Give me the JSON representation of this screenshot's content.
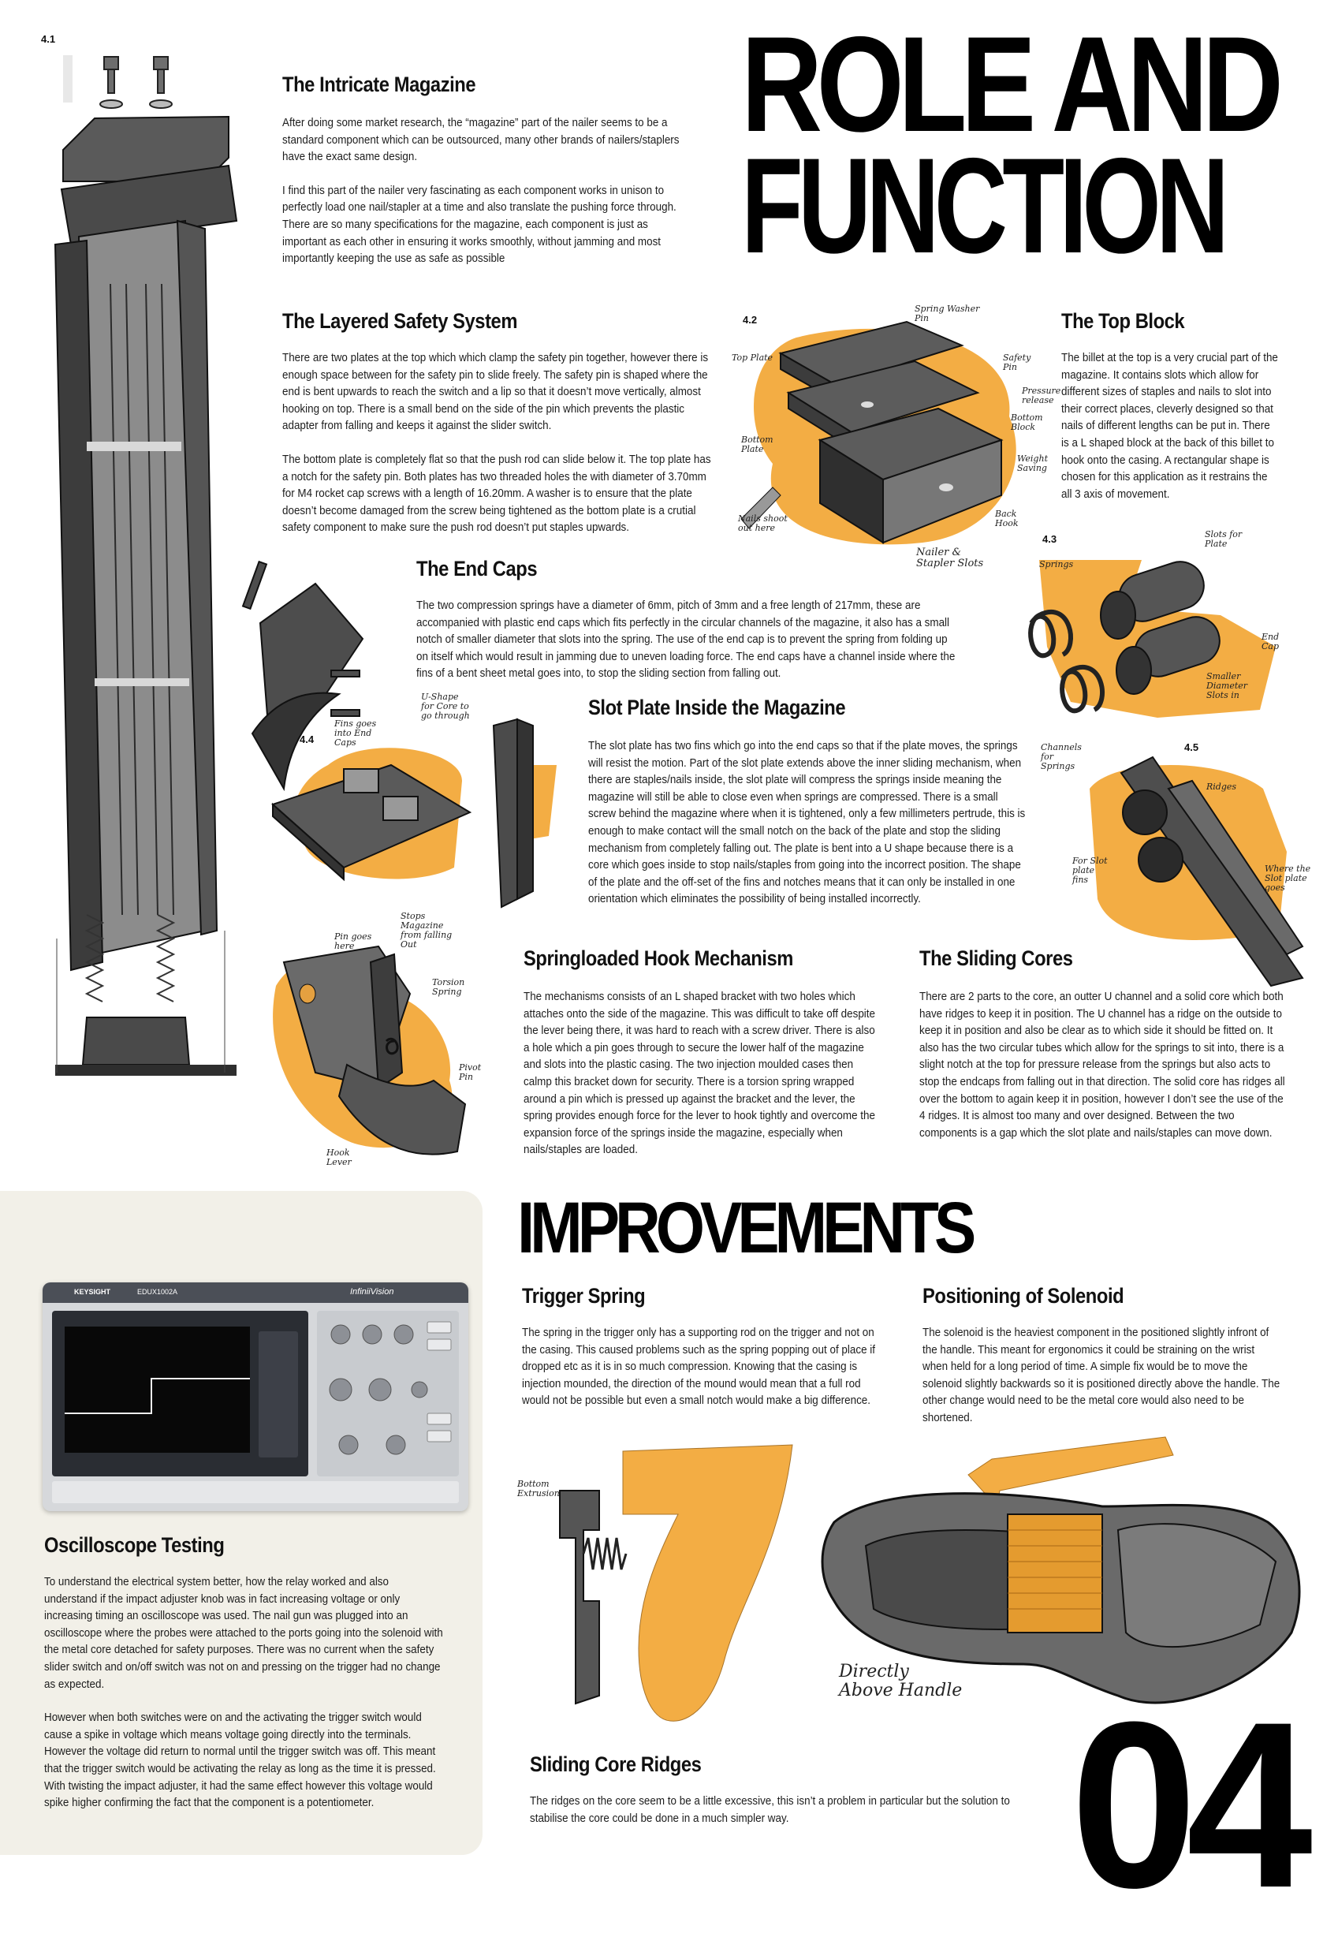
{
  "title": {
    "line1": "ROLE AND",
    "line2": "FUNCTION"
  },
  "improvements_title": "IMPROVEMENTS",
  "page_number": "04",
  "figures": {
    "f41": "4.1",
    "f42": "4.2",
    "f43": "4.3",
    "f44": "4.4",
    "f45": "4.5"
  },
  "sections": {
    "magazine": {
      "heading": "The Intricate Magazine",
      "p1": "After doing some market research, the “magazine” part of the nailer seems to be a standard component which can be outsourced, many other brands of nailers/staplers have the exact same design.",
      "p2": "I find this part of the nailer very fascinating as each component works in unison to perfectly load one nail/stapler at a time and also translate the pushing force through. There are so many specifications for the magazine, each component is just as important as each other in ensuring it works smoothly, without jamming and most importantly keeping the use as safe as possible"
    },
    "safety": {
      "heading": "The Layered Safety System",
      "p1": "There are two plates at the top which which clamp the safety pin together, however there is enough space between for the safety pin to slide freely. The safety pin is shaped where the end is bent upwards to reach the switch and a lip so that it doesn’t move vertically, almost hooking on top. There is a small bend on the side of the pin which prevents the plastic adapter from falling and keeps it against the slider switch.",
      "p2": "The bottom plate is completely flat so that the push rod can slide below it. The top plate has a notch for the safety pin. Both plates has two threaded holes the with diameter of 3.70mm for M4 rocket cap screws with a length of 16.20mm. A washer is to ensure that the plate doesn’t become damaged from the screw being tightened as the bottom plate is a crutial safety component to make sure the push rod doesn’t put staples upwards."
    },
    "top_block": {
      "heading": "The Top Block",
      "p1": "The billet at the top is a very crucial part of the magazine. It contains slots which allow for different sizes of staples and nails to slot into their correct places, cleverly designed so that nails of different lengths can be put in. There is a L shaped block at the back of this billet to hook onto the casing. A rectangular shape is chosen for this application as it restrains the all 3 axis of movement."
    },
    "end_caps": {
      "heading": "The End Caps",
      "p1": "The two compression springs have a diameter of 6mm, pitch of 3mm and a free length of 217mm, these are accompanied with plastic end caps which fits perfectly in the circular channels of the magazine, it also has a small notch of smaller diameter that slots into the spring. The use of the end cap is to prevent the spring from folding up on itself which would result in jamming due to uneven loading force. The end caps have a channel inside where the fins of a bent sheet metal goes into, to stop the sliding section from falling out."
    },
    "slot_plate": {
      "heading": "Slot Plate Inside the Magazine",
      "p1": "The slot plate has two fins which go into the end caps so that if the plate moves, the springs will resist the motion. Part of the slot plate extends above the inner sliding mechanism, when there are staples/nails inside, the slot plate will compress the springs inside meaning the magazine will still be able to close even when springs are compressed. There is a small screw behind the magazine where when it is tightened, only a few millimeters pertrude, this is enough to make contact will the small notch on the back of the plate and stop the sliding mechanism from completely falling out. The plate is bent into a U shape because there is a core which goes inside to stop nails/staples from going into the incorrect position. The shape of the plate and the off-set of the fins and notches means that it can only be installed in one orientation which eliminates the possibility of being installed incorrectly."
    },
    "hook": {
      "heading": "Springloaded Hook Mechanism",
      "p1": "The mechanisms consists of an L shaped bracket with two holes which attaches onto the side of the magazine. This was difficult to take off despite the lever being there, it was hard to reach with a screw driver. There is also a hole which a pin goes through to secure the lower half of the magazine and slots into the plastic casing. The two injection moulded cases then calmp this bracket down for security. There is a torsion spring wrapped around a pin which is pressed up against the bracket and the lever, the spring provides enough force for the lever to hook tightly and overcome the expansion force of the springs inside the magazine, especially when nails/staples are loaded."
    },
    "cores": {
      "heading": "The Sliding Cores",
      "p1": "There are 2 parts to the core, an outter U channel and a solid core which both have ridges to keep it in position.  The U channel has a ridge on the outside to keep it in position and also be clear as to which side it should be fitted on. It also has the two circular tubes which allow for the springs to sit into, there is a slight notch at the top for pressure release from the springs but also acts to stop the endcaps from falling out in that direction. The solid core has ridges all over the bottom to again keep it in position, however I don’t see the use of the 4 ridges. It is almost too many and over designed. Between the two components is a gap which the slot plate and nails/staples can move down."
    },
    "trigger": {
      "heading": "Trigger Spring",
      "p1": "The spring in the trigger only has a supporting rod on the trigger and not on the casing. This caused problems such as the spring popping out of place if dropped etc as it is in so much compression. Knowing that the casing is injection mounded, the direction of the mound would mean that a full rod would not be possible but even a small notch would make a big difference."
    },
    "solenoid": {
      "heading": "Positioning of Solenoid",
      "p1": "The solenoid is the heaviest component in the positioned slightly infront of the handle. This meant for ergonomics it could be straining on the wrist when held for a long period of time. A simple fix would be to move the solenoid slightly backwards so it is positioned directly above the handle. The other change would need to be the metal core would also need to be shortened."
    },
    "oscilloscope": {
      "heading": "Oscilloscope Testing",
      "p1": "To understand the electrical system better, how the relay worked and also understand if the impact adjuster knob was in fact increasing voltage or only increasing timing an oscilloscope was used. The nail gun was plugged into an oscilloscope where the probes were attached to the ports going into the solenoid with the metal core detached for safety purposes. There was no current when the safety slider switch and on/off switch was not on and pressing on the trigger had no change as expected.",
      "p2": "However when both switches were on and the activating the trigger switch would cause a spike in voltage which means voltage going directly into the terminals. However the voltage did return to normal until the trigger switch was off. This meant that the trigger switch would be activating the relay as long as the time it is pressed. With twisting the impact adjuster, it had the same effect however this voltage would spike higher confirming the fact that the component is a potentiometer."
    },
    "ridges": {
      "heading": "Sliding Core Ridges",
      "p1": "The ridges on the core seem to be a little excessive, this isn’t a problem in particular but the solution to stabilise the core could be done in a much simpler way."
    }
  },
  "annotations": {
    "top_plate": "Top Plate",
    "bottom_plate": "Bottom Plate",
    "spring_washer": "Spring Washer Pin",
    "safety_pin": "Safety Pin",
    "pressure_release": "Pressure release",
    "bottom_block": "Bottom Block",
    "weight_saving": "Weight Saving",
    "back_hook": "Back Hook",
    "nailer_stapler": "Nailer & Stapler Slots",
    "nails_shoot": "Nails shoot out here",
    "springs": "Springs",
    "slots_for_plate": "Slots for Plate",
    "end_cap": "End Cap",
    "smaller_diameter": "Smaller Diameter Slots in",
    "fins_goes": "Fins goes into End Caps",
    "u_shape": "U-Shape for Core to go through",
    "stops_magazine": "Stops Magazine from falling Out",
    "channels": "Channels for Springs",
    "ridges": "Ridges",
    "for_slot": "For Slot plate fins",
    "where_slot": "Where the Slot plate goes",
    "pin_goes": "Pin goes here",
    "torsion": "Torsion Spring",
    "pivot": "Pivot Pin",
    "hook_lever": "Hook Lever",
    "bottom_extrusion": "Bottom Extrusion",
    "directly_above": "Directly Above Handle"
  },
  "scope": {
    "brand": "KEYSIGHT",
    "model": "EDUX1002A",
    "product": "InfiniiVision"
  },
  "colors": {
    "accent_orange": "#f3ad44",
    "panel_bg": "#f2f0e8",
    "ink": "#000000"
  }
}
